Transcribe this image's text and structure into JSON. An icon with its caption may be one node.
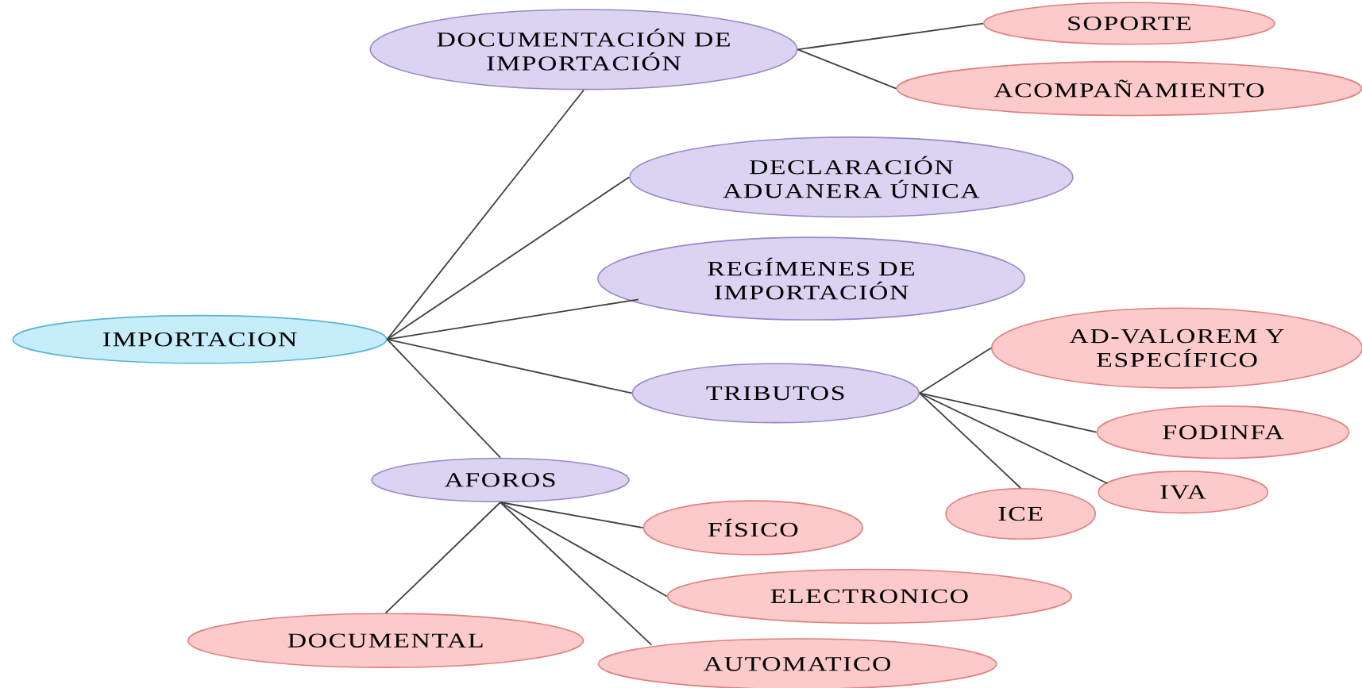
{
  "diagram": {
    "nodes": [
      {
        "text": [
          "IMPORTACION"
        ]
      },
      {
        "text": [
          "DOCUMENTACIÓN DE IMPORTACIÓN"
        ]
      },
      {
        "text": [
          "SOPORTE"
        ]
      },
      {
        "text": [
          "ACOMPAÑAMIENTO"
        ]
      },
      {
        "text": [
          "DECLARACIÓN ADUANERA ÚNICA"
        ]
      },
      {
        "text": [
          "REGÍMENES DE IMPORTACIÓN"
        ]
      },
      {
        "text": [
          "TRIBUTOS"
        ]
      },
      {
        "text": [
          "AD-VALOREM Y ESPECÍFICO"
        ]
      },
      {
        "text": [
          "FODINFA"
        ]
      },
      {
        "text": [
          "IVA"
        ]
      },
      {
        "text": [
          "ICE"
        ]
      },
      {
        "text": [
          "AFOROS"
        ]
      },
      {
        "text": [
          "FÍSICO"
        ]
      },
      {
        "text": [
          "ELECTRONICO"
        ]
      },
      {
        "text": [
          "DOCUMENTAL"
        ]
      },
      {
        "text": [
          "AUTOMATICO"
        ]
      }
    ],
    "edges": [
      {
        "from": 0,
        "to": 1,
        "arrow": "none"
      },
      {
        "from": 0,
        "to": 4,
        "arrow": "none"
      },
      {
        "from": 0,
        "to": 5,
        "arrow": "none"
      },
      {
        "from": 0,
        "to": 6,
        "arrow": "none"
      },
      {
        "from": 0,
        "to": 11,
        "arrow": "none"
      },
      {
        "from": 1,
        "to": 2,
        "arrow": "none"
      },
      {
        "from": 1,
        "to": 3,
        "arrow": "none"
      },
      {
        "from": 6,
        "to": 7,
        "arrow": "none"
      },
      {
        "from": 6,
        "to": 8,
        "arrow": "none"
      },
      {
        "from": 6,
        "to": 9,
        "arrow": "none"
      },
      {
        "from": 6,
        "to": 10,
        "arrow": "none"
      },
      {
        "from": 11,
        "to": 12,
        "arrow": "none"
      },
      {
        "from": 11,
        "to": 13,
        "arrow": "none"
      },
      {
        "from": 11,
        "to": 14,
        "arrow": "none"
      },
      {
        "from": 11,
        "to": 15,
        "arrow": "none"
      }
    ]
  }
}
